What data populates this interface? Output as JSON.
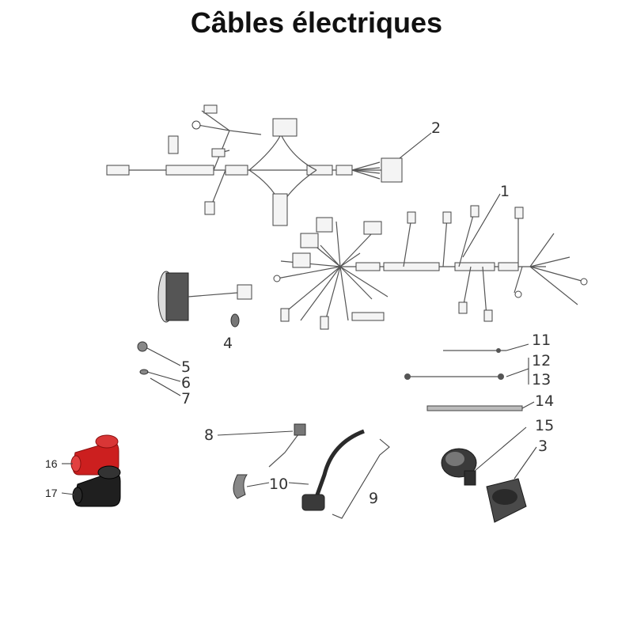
{
  "title": "Câbles électriques",
  "callouts": {
    "c1": "1",
    "c2": "2",
    "c3": "3",
    "c4": "4",
    "c5": "5",
    "c6": "6",
    "c7": "7",
    "c8": "8",
    "c9": "9",
    "c10": "10",
    "c11": "11",
    "c12": "12",
    "c13": "13",
    "c14": "14",
    "c15": "15",
    "c16": "16",
    "c17": "17"
  },
  "colors": {
    "red_cap": "#cc1f1f",
    "black_cap": "#1f1f1f",
    "line": "#444444"
  }
}
